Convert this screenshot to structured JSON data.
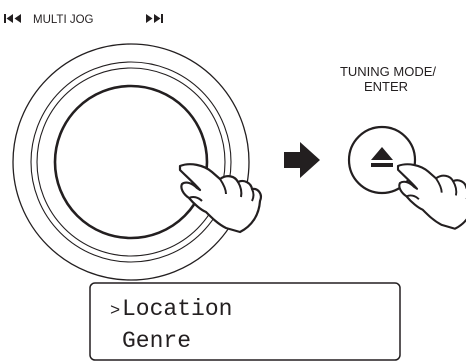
{
  "jog_label": {
    "prev_icon": "skip-previous-icon",
    "text": "MULTI JOG",
    "next_icon": "skip-next-icon"
  },
  "tuning_label": {
    "line1": "TUNING MODE/",
    "line2": "ENTER"
  },
  "arrow_icon": "right-arrow-icon",
  "enter_icon": "eject-icon",
  "hand_icon": "pointing-hand-icon",
  "display": {
    "cursor": ">",
    "line1": "Location",
    "line2": "Genre"
  },
  "colors": {
    "ink": "#231f20",
    "background": "#ffffff"
  }
}
